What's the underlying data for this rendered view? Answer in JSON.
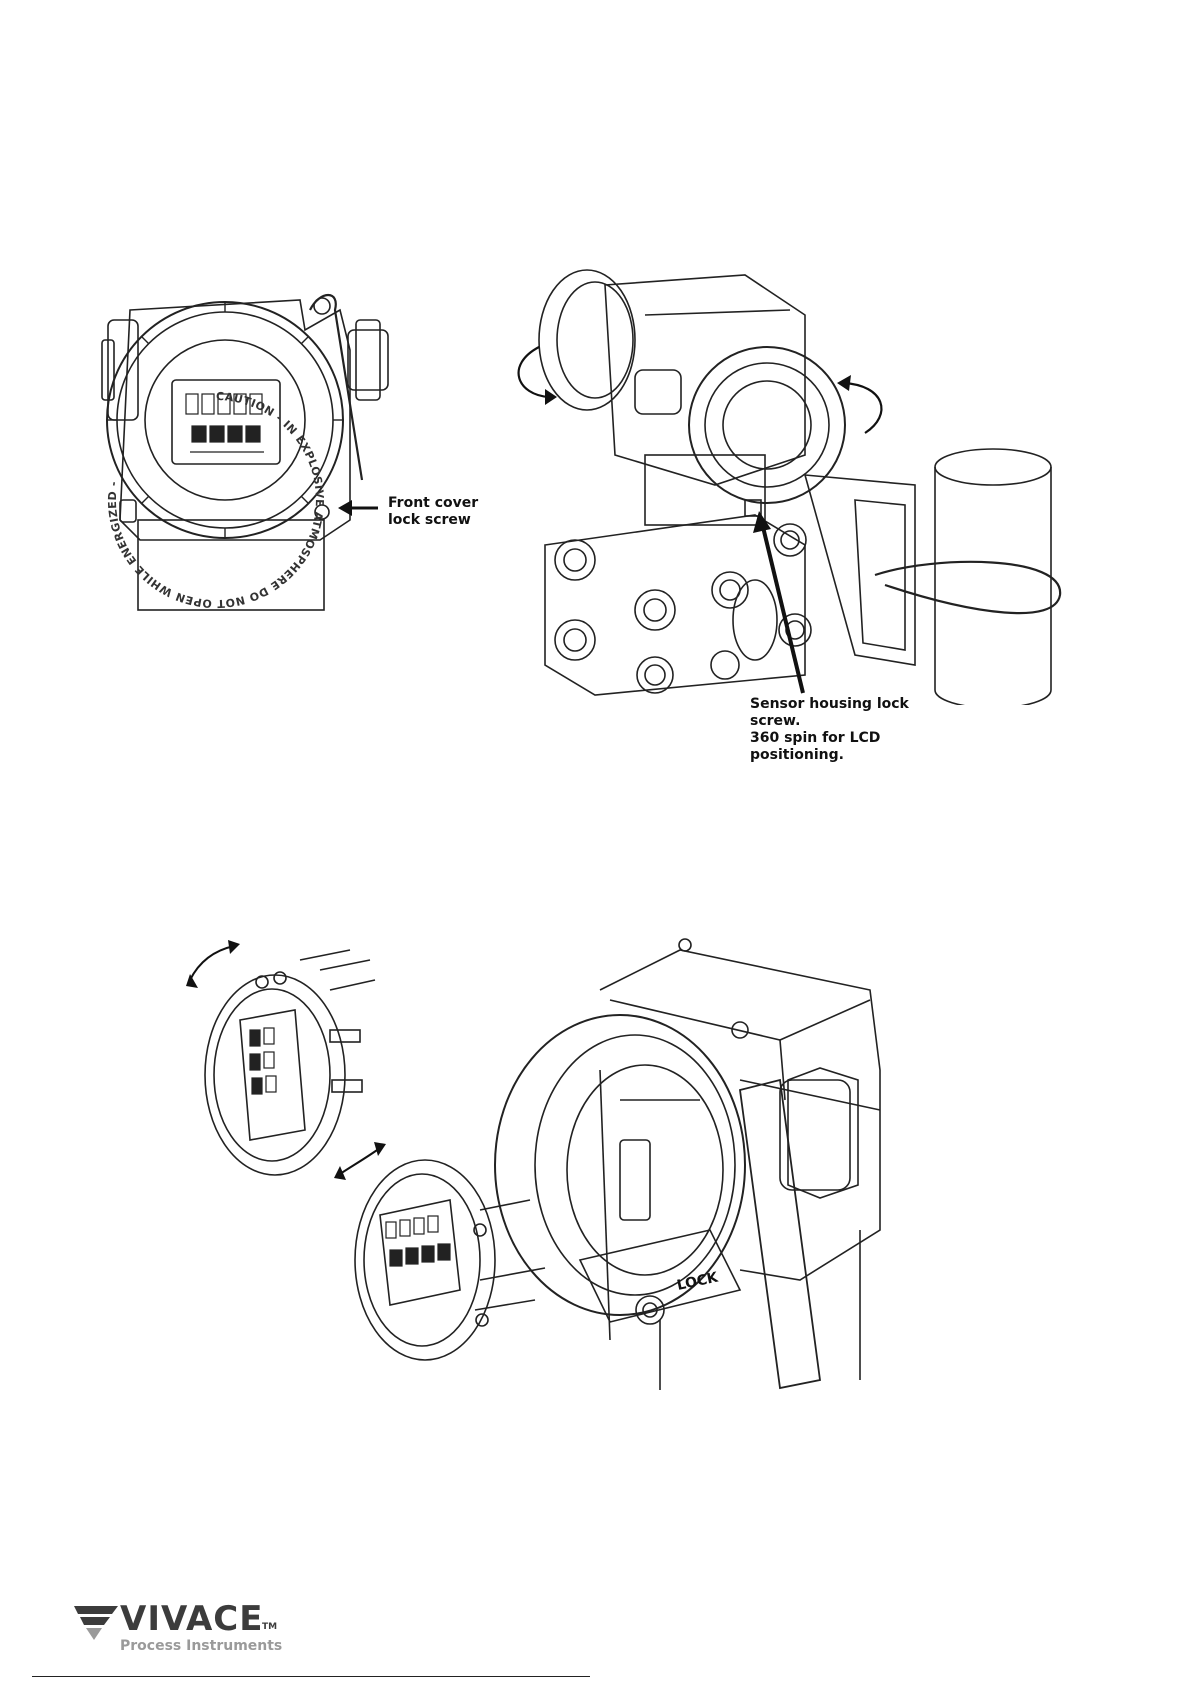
{
  "figure_front": {
    "callout": "Front cover\nlock screw",
    "cover_ring_text": "CAUTION - IN EXPLOSIVE ATMOSPHERE DO NOT OPEN WHILE ENERGIZED -"
  },
  "figure_side": {
    "callout": "Sensor housing lock\nscrew.\n360 spin for LCD\npositioning."
  },
  "figure_exploded": {
    "housing_tag": "LOCK"
  },
  "footer": {
    "brand": "VIVACE",
    "trademark": "TM",
    "tagline": "Process Instruments"
  },
  "colors": {
    "line": "#222222",
    "logo_dark": "#3c3c3c",
    "logo_light": "#9a9a9a"
  }
}
